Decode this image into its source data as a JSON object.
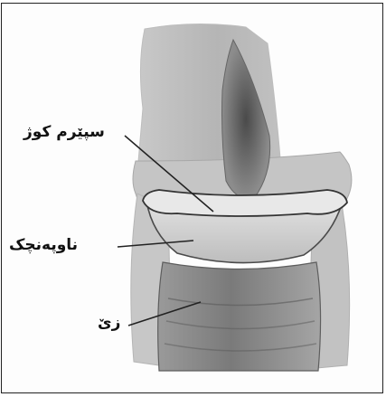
{
  "labels": {
    "part_1": "سپێرم کوژ",
    "part_2": "ناوپەنچک",
    "part_3": "زێ"
  }
}
